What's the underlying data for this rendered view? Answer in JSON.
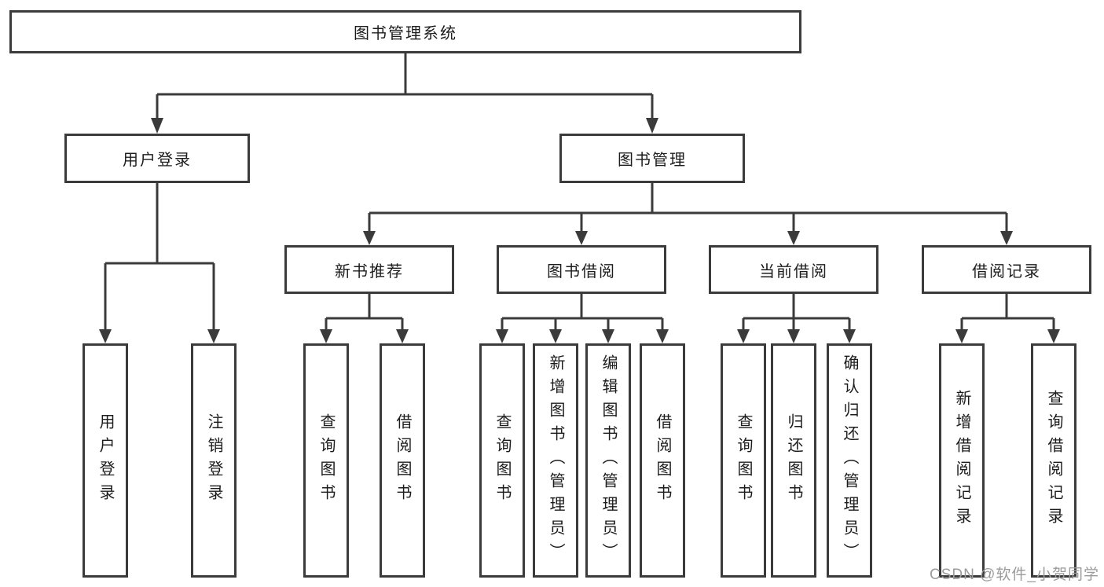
{
  "tree": {
    "label": "图书管理系统",
    "children": [
      {
        "label": "用户登录",
        "children": [
          {
            "label": "用户登录"
          },
          {
            "label": "注销登录"
          }
        ]
      },
      {
        "label": "图书管理",
        "children": [
          {
            "label": "新书推荐",
            "children": [
              {
                "label": "查询图书"
              },
              {
                "label": "借阅图书"
              }
            ]
          },
          {
            "label": "图书借阅",
            "children": [
              {
                "label": "查询图书"
              },
              {
                "label": "新增图书（管理员）"
              },
              {
                "label": "编辑图书（管理员）"
              },
              {
                "label": "借阅图书"
              }
            ]
          },
          {
            "label": "当前借阅",
            "children": [
              {
                "label": "查询图书"
              },
              {
                "label": "归还图书"
              },
              {
                "label": "确认归还（管理员）"
              }
            ]
          },
          {
            "label": "借阅记录",
            "children": [
              {
                "label": "新增借阅记录"
              },
              {
                "label": "查询借阅记录"
              }
            ]
          }
        ]
      }
    ]
  },
  "watermark": {
    "text": "CSDN @软件_小贺同学",
    "color": "#9b9b9b"
  },
  "colors": {
    "line": "#3b3b3b",
    "box_border": "#3b3b3b",
    "box_fill": "#ffffff",
    "text": "#1c1c1c",
    "background": "#ffffff"
  }
}
